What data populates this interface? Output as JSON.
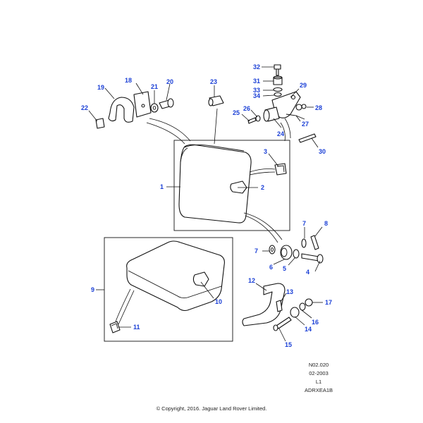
{
  "callouts": [
    {
      "id": "c1",
      "label": "1"
    },
    {
      "id": "c2",
      "label": "2"
    },
    {
      "id": "c3",
      "label": "3"
    },
    {
      "id": "c4",
      "label": "4"
    },
    {
      "id": "c5",
      "label": "5"
    },
    {
      "id": "c6",
      "label": "6"
    },
    {
      "id": "c7a",
      "label": "7"
    },
    {
      "id": "c7b",
      "label": "7"
    },
    {
      "id": "c8",
      "label": "8"
    },
    {
      "id": "c9",
      "label": "9"
    },
    {
      "id": "c10",
      "label": "10"
    },
    {
      "id": "c11",
      "label": "11"
    },
    {
      "id": "c12",
      "label": "12"
    },
    {
      "id": "c13",
      "label": "13"
    },
    {
      "id": "c14",
      "label": "14"
    },
    {
      "id": "c15",
      "label": "15"
    },
    {
      "id": "c16",
      "label": "16"
    },
    {
      "id": "c17",
      "label": "17"
    },
    {
      "id": "c18",
      "label": "18"
    },
    {
      "id": "c19",
      "label": "19"
    },
    {
      "id": "c20",
      "label": "20"
    },
    {
      "id": "c21",
      "label": "21"
    },
    {
      "id": "c22",
      "label": "22"
    },
    {
      "id": "c23",
      "label": "23"
    },
    {
      "id": "c24",
      "label": "24"
    },
    {
      "id": "c25",
      "label": "25"
    },
    {
      "id": "c26",
      "label": "26"
    },
    {
      "id": "c27",
      "label": "27"
    },
    {
      "id": "c28",
      "label": "28"
    },
    {
      "id": "c29",
      "label": "29"
    },
    {
      "id": "c30",
      "label": "30"
    },
    {
      "id": "c31",
      "label": "31"
    },
    {
      "id": "c32",
      "label": "32"
    },
    {
      "id": "c33",
      "label": "33"
    },
    {
      "id": "c34",
      "label": "34"
    }
  ],
  "meta": {
    "ref": "N02.020",
    "date": "02-2003",
    "level": "L1",
    "code": "ADRXEA1B"
  },
  "copyright": "© Copyright, 2016. Jaguar Land Rover Limited.",
  "colors": {
    "callout": "#1a3fd6",
    "line": "#111111",
    "background": "#ffffff"
  }
}
